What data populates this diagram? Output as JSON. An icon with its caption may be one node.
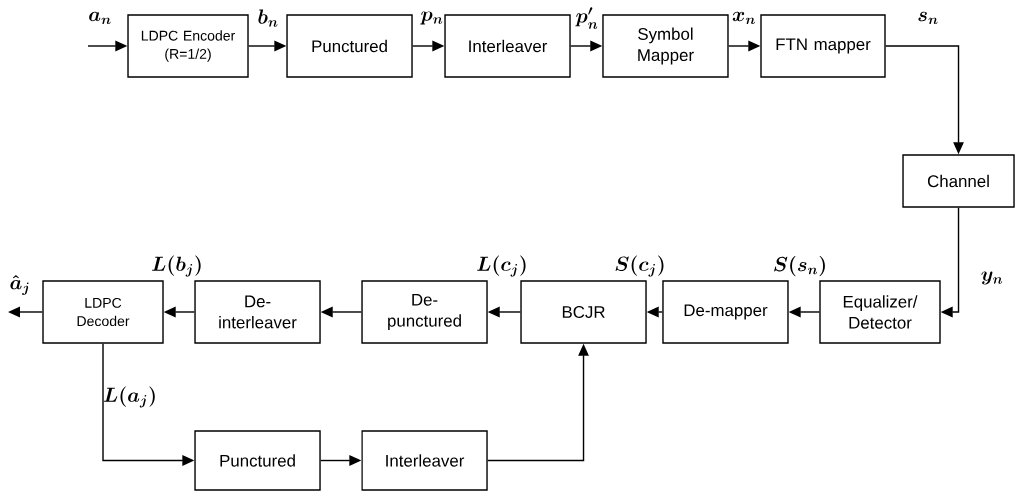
{
  "diagram": {
    "nodes": [
      {
        "text": [
          "LDPC Encoder (R=1/2)"
        ]
      },
      {
        "text": [
          "Punctured"
        ]
      },
      {
        "text": [
          "Interleaver"
        ]
      },
      {
        "text": [
          "Symbol Mapper"
        ]
      },
      {
        "text": [
          "FTN mapper"
        ]
      },
      {
        "text": [
          "Channel"
        ]
      },
      {
        "text": [
          "Equalizer/ Detector"
        ]
      },
      {
        "text": [
          "De-mapper"
        ]
      },
      {
        "text": [
          "BCJR"
        ]
      },
      {
        "text": [
          "De- punctured"
        ]
      },
      {
        "text": [
          "De- interleaver"
        ]
      },
      {
        "text": [
          "LDPC Decoder"
        ]
      },
      {
        "text": [
          "Punctured"
        ]
      },
      {
        "text": [
          "Interleaver"
        ]
      }
    ],
    "edges": [
      {
        "from": null,
        "to": 0,
        "arrow": "to",
        "label": "\\boldsymbol{a_n}"
      },
      {
        "from": 0,
        "to": 1,
        "arrow": "to",
        "label": "\\boldsymbol{b_n}"
      },
      {
        "from": 1,
        "to": 2,
        "arrow": "to",
        "label": "\\boldsymbol{p_n}"
      },
      {
        "from": 2,
        "to": 3,
        "arrow": "to",
        "label": "\\boldsymbol{p'_n}"
      },
      {
        "from": 3,
        "to": 4,
        "arrow": "to",
        "label": "\\boldsymbol{x_n}"
      },
      {
        "from": 4,
        "to": 5,
        "arrow": "to",
        "label": "\\boldsymbol{s_n}"
      },
      {
        "from": 5,
        "to": 6,
        "arrow": "to",
        "label": "\\boldsymbol{y_n}"
      },
      {
        "from": 6,
        "to": 7,
        "arrow": "to",
        "label": "\\boldsymbol{S(s_n)}"
      },
      {
        "from": 7,
        "to": 8,
        "arrow": "to",
        "label": "\\boldsymbol{S(c_j)}"
      },
      {
        "from": 8,
        "to": 9,
        "arrow": "to",
        "label": "\\boldsymbol{L(c_j)}"
      },
      {
        "from": 9,
        "to": 10,
        "arrow": "to"
      },
      {
        "from": 10,
        "to": 11,
        "arrow": "to",
        "label": "\\boldsymbol{L(b_j)}"
      },
      {
        "from": 11,
        "to": null,
        "arrow": "to",
        "label": "\\boldsymbol{\\hat{a}_j}"
      },
      {
        "from": 11,
        "to": 12,
        "arrow": "to",
        "label": "\\boldsymbol{L(a_j)}"
      },
      {
        "from": 12,
        "to": 13,
        "arrow": "to"
      },
      {
        "from": 13,
        "to": 8,
        "arrow": "to"
      }
    ]
  }
}
